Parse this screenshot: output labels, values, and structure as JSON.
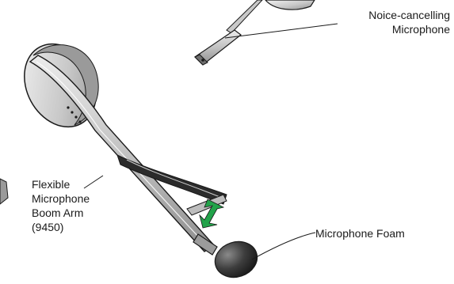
{
  "labels": {
    "microphone": {
      "line1": "Noice-cancelling",
      "line2": "Microphone"
    },
    "boom_arm": {
      "line1": "Flexible",
      "line2": "Microphone",
      "line3": "Boom Arm",
      "line4": "(9450)"
    },
    "foam": {
      "text": "Microphone Foam"
    }
  },
  "colors": {
    "outline": "#1a1a1a",
    "metal_light": "#e4e4e4",
    "metal_mid": "#b9b9b9",
    "metal_dark": "#8a8a8a",
    "foam": "#3a3a3a",
    "arrow": "#22a34a"
  },
  "icons": {
    "adjust_arrow": "double-arrow-up-down-icon"
  }
}
